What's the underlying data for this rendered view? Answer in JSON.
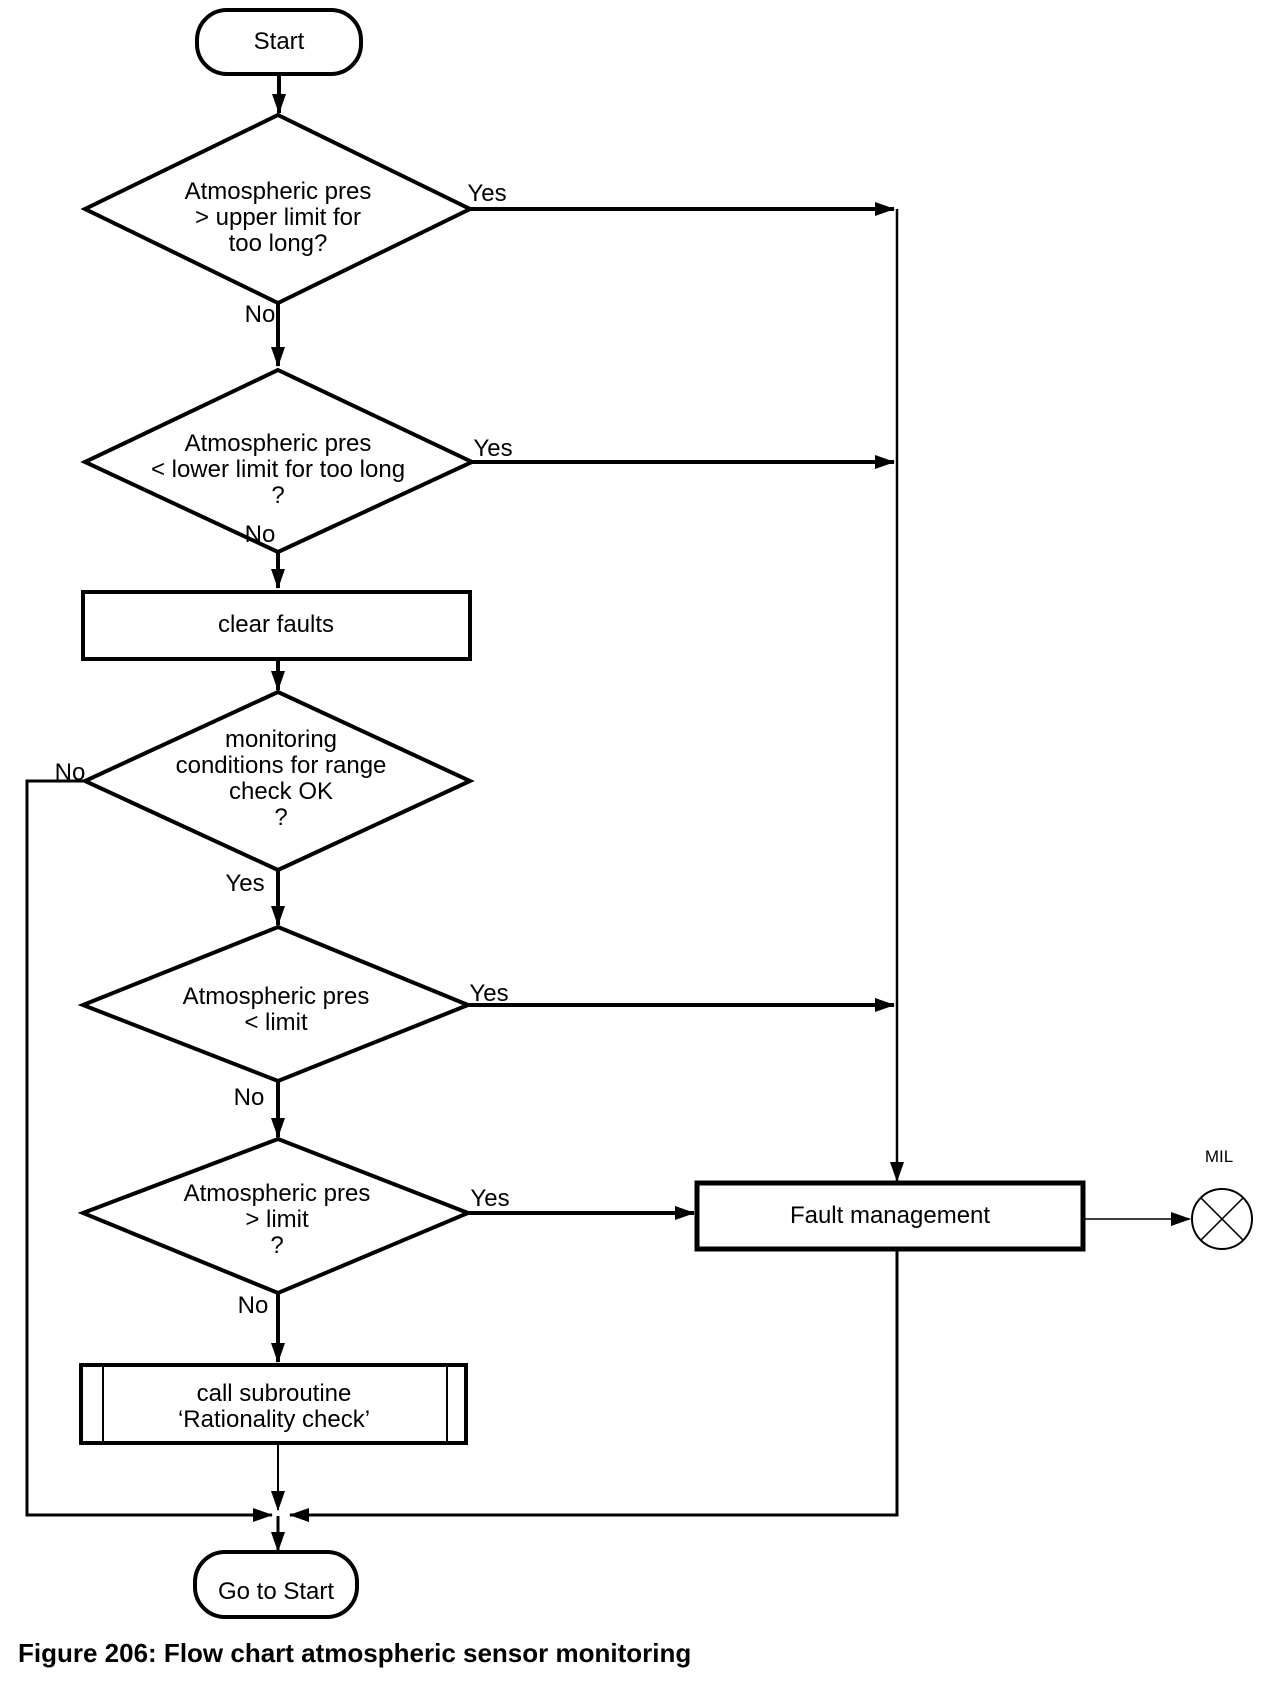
{
  "diagram": {
    "caption": "Figure 206: Flow chart atmospheric sensor monitoring",
    "colors": {
      "line": "#000000",
      "background": "#ffffff",
      "text": "#000000"
    },
    "nodes": {
      "start": {
        "type": "terminator",
        "label": "Start"
      },
      "check_upper_limit": {
        "type": "decision",
        "label": "Atmospheric pres\n> upper limit for\ntoo long?"
      },
      "check_lower_limit": {
        "type": "decision",
        "label": "Atmospheric pres\n< lower limit for too long\n?"
      },
      "clear_faults": {
        "type": "process",
        "label": "clear faults"
      },
      "monitoring_conditions": {
        "type": "decision",
        "label": "monitoring\nconditions for range\ncheck OK\n?"
      },
      "check_below_limit": {
        "type": "decision",
        "label": "Atmospheric pres\n< limit"
      },
      "check_above_limit": {
        "type": "decision",
        "label": "Atmospheric pres\n> limit\n?"
      },
      "call_subroutine": {
        "type": "subroutine",
        "label": "call subroutine\n‘Rationality check’"
      },
      "fault_management": {
        "type": "process",
        "label": "Fault management"
      },
      "mil": {
        "type": "indicator",
        "label": "MIL"
      },
      "go_to_start": {
        "type": "terminator",
        "label": "Go to Start"
      }
    },
    "edge_labels": {
      "upper_limit_yes": "Yes",
      "upper_limit_no": "No",
      "lower_limit_yes": "Yes",
      "lower_limit_no": "No",
      "monitoring_no": "No",
      "monitoring_yes": "Yes",
      "below_limit_yes": "Yes",
      "below_limit_no": "No",
      "above_limit_yes": "Yes",
      "above_limit_no": "No"
    }
  }
}
